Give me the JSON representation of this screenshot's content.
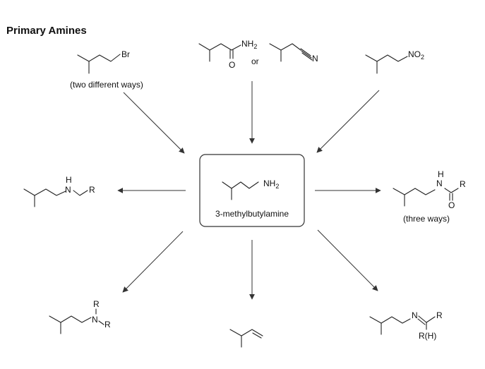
{
  "title": "Primary Amines",
  "center": {
    "name": "3-methylbutylamine",
    "group_label": "NH",
    "group_sub": "2"
  },
  "sources": {
    "bromide": {
      "atom": "Br",
      "note": "(two different ways)"
    },
    "amide": {
      "n_label": "NH",
      "n_sub": "2",
      "o_label": "O"
    },
    "or_text": "or",
    "nitrile": {
      "atom": "N"
    },
    "nitro": {
      "label": "NO",
      "sub": "2"
    }
  },
  "products": {
    "sec_amine": {
      "h": "H",
      "n": "N",
      "r": "R"
    },
    "amide_prod": {
      "h": "H",
      "n": "N",
      "r": "R",
      "o": "O",
      "note": "(three ways)"
    },
    "tert_amine": {
      "r_top": "R",
      "n": "N",
      "r_right": "R"
    },
    "imine": {
      "n": "N",
      "r": "R",
      "r2": "R(H)"
    }
  }
}
